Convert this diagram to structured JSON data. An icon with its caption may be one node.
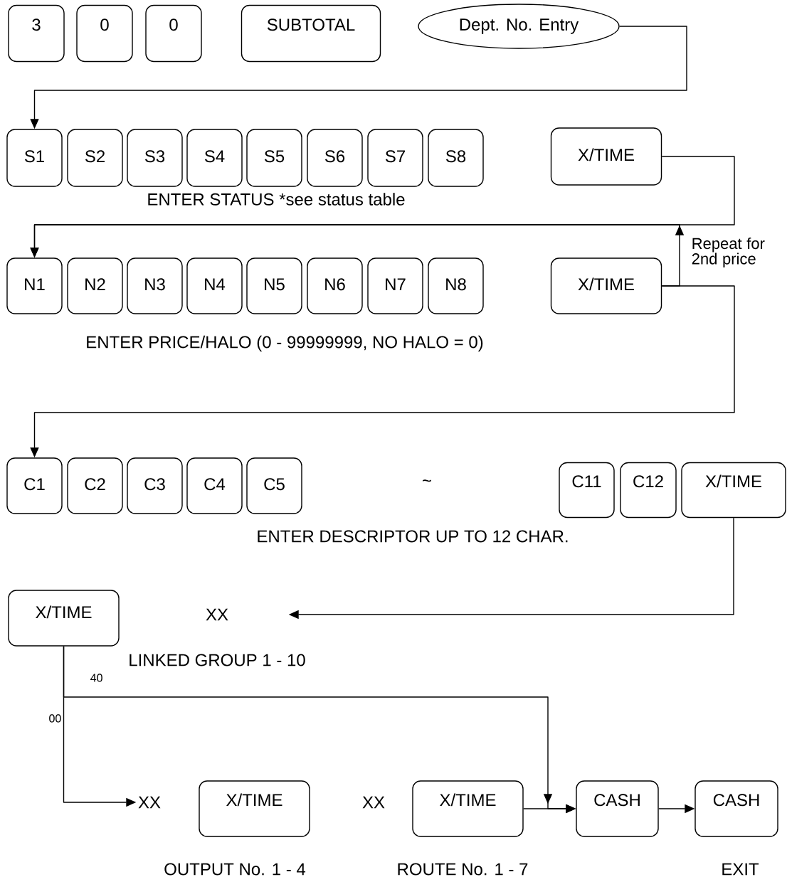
{
  "diagram": {
    "nodes": [
      {
        "text": [
          "3"
        ]
      },
      {
        "text": [
          "0"
        ]
      },
      {
        "text": [
          "0"
        ]
      },
      {
        "text": [
          "SUBTOTAL"
        ]
      },
      {
        "text": [
          "Dept. No. Entry"
        ]
      },
      {
        "text": [
          "S1"
        ]
      },
      {
        "text": [
          "S2"
        ]
      },
      {
        "text": [
          "S3"
        ]
      },
      {
        "text": [
          "S4"
        ]
      },
      {
        "text": [
          "S5"
        ]
      },
      {
        "text": [
          "S6"
        ]
      },
      {
        "text": [
          "S7"
        ]
      },
      {
        "text": [
          "S8"
        ]
      },
      {
        "text": [
          "X/TIME"
        ]
      },
      {
        "text": [
          "N1"
        ]
      },
      {
        "text": [
          "N2"
        ]
      },
      {
        "text": [
          "N3"
        ]
      },
      {
        "text": [
          "N4"
        ]
      },
      {
        "text": [
          "N5"
        ]
      },
      {
        "text": [
          "N6"
        ]
      },
      {
        "text": [
          "N7"
        ]
      },
      {
        "text": [
          "N8"
        ]
      },
      {
        "text": [
          "X/TIME"
        ]
      },
      {
        "text": [
          "C1"
        ]
      },
      {
        "text": [
          "C2"
        ]
      },
      {
        "text": [
          "C3"
        ]
      },
      {
        "text": [
          "C4"
        ]
      },
      {
        "text": [
          "C5"
        ]
      },
      {
        "text": [
          "C11"
        ]
      },
      {
        "text": [
          "C12"
        ]
      },
      {
        "text": [
          "X/TIME"
        ]
      },
      {
        "text": [
          "X/TIME"
        ]
      },
      {
        "text": [
          "XX"
        ]
      },
      {
        "text": [
          "XX"
        ]
      },
      {
        "text": [
          "X/TIME"
        ]
      },
      {
        "text": [
          "XX"
        ]
      },
      {
        "text": [
          "X/TIME"
        ]
      },
      {
        "text": [
          "CASH"
        ]
      },
      {
        "text": [
          "CASH"
        ]
      }
    ],
    "edges": [
      {
        "from": 4,
        "to": 5,
        "arrow": "to"
      },
      {
        "from": 13,
        "to": 14,
        "arrow": "to"
      },
      {
        "from": 22,
        "to": 14,
        "arrow": "to",
        "label": "Repeat for 2nd price"
      },
      {
        "from": 22,
        "to": 23,
        "arrow": "to"
      },
      {
        "from": 30,
        "to": 32,
        "arrow": "to"
      },
      {
        "from": 31,
        "to": 33,
        "arrow": "to",
        "label": "00"
      },
      {
        "from": 31,
        "to": 37,
        "arrow": "to",
        "label": "40"
      },
      {
        "from": 36,
        "to": 37,
        "arrow": "to"
      },
      {
        "from": 37,
        "to": 38,
        "arrow": "to"
      }
    ],
    "labels": [
      "ENTER STATUS *see status table",
      "ENTER PRICE/HALO (0 - 99999999, NO HALO = 0)",
      "~",
      "ENTER DESCRIPTOR UP TO 12 CHAR.",
      "LINKED GROUP 1 - 10",
      "OUTPUT No. 1 - 4",
      "ROUTE No. 1 - 7",
      "EXIT"
    ]
  }
}
